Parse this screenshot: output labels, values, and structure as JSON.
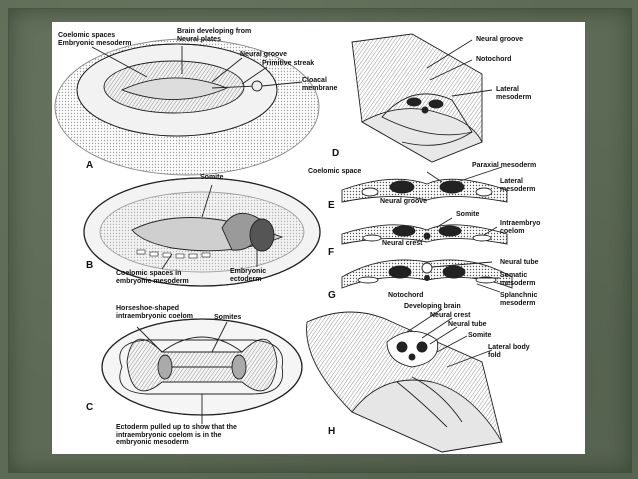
{
  "labels": {
    "coelomic_spaces": "Coelomic spaces",
    "embryonic_mesoderm": "Embryonic mesoderm",
    "brain_developing": "Brain developing from\nNeural plates",
    "neural_groove_a": "Neural groove",
    "primitive_streak": "Primitive streak",
    "cloacal_membrane": "Cloacal\nmembrane",
    "neural_groove_d": "Neural groove",
    "notochord_d": "Notochord",
    "lateral_mesoderm_d": "Lateral\nmesoderm",
    "somite_b": "Somite",
    "coelomic_space": "Coelomic space",
    "paraxial_mesoderm": "Paraxial mesoderm",
    "lateral_mesoderm_e": "Lateral\nmesoderm",
    "neural_groove_e": "Neural groove",
    "somite_e": "Somite",
    "intraembryo_coelom": "Intraembryo\ncoelom",
    "neural_crest_f": "Neural crest",
    "coelomic_spaces_b": "Coelomic spaces in\nembryonic mesoderm",
    "embryonic_ectoderm": "Embryonic\nectoderm",
    "neural_tube_g": "Neural tube",
    "somatic_mesoderm": "Somatic\nmesoderm",
    "splanchnic_mesoderm": "Splanchnic\nmesoderm",
    "notochord_g": "Notochord",
    "horseshoe": "Horseshoe-shaped\nintraembryonic coelom",
    "somites_c": "Somites",
    "developing_brain": "Developing brain",
    "neural_crest_h": "Neural crest",
    "neural_tube_h": "Neural tube",
    "somite_h": "Somite",
    "lateral_body_fold": "Lateral body\nfold",
    "ectoderm_note": "Ectoderm pulled up to show that the\nintraembryonic coelom is in the\nembryonic mesoderm"
  },
  "panels": {
    "a": "A",
    "b": "B",
    "c": "C",
    "d": "D",
    "e": "E",
    "f": "F",
    "g": "G",
    "h": "H"
  },
  "colors": {
    "background": "#5d6b56",
    "slide": "#ffffff",
    "ink": "#1a1a1a"
  }
}
